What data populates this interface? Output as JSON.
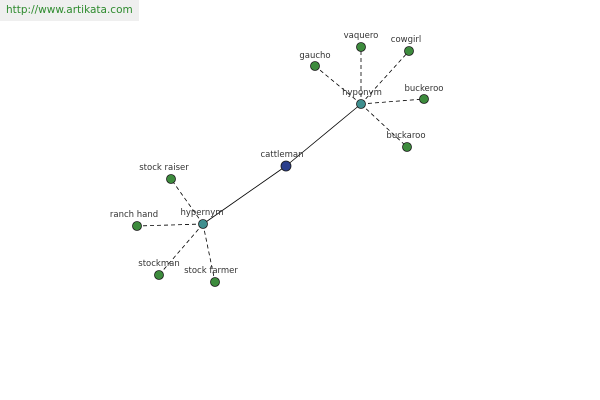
{
  "watermark": {
    "text": "http://www.artikata.com"
  },
  "colors": {
    "watermark_text": "#2e8b2e",
    "watermark_bg": "#efefef",
    "edge": "#000000",
    "center_node": "#2b3f8c",
    "hub_node": "#3f8f8f",
    "leaf_node": "#3d8b3d",
    "node_stroke": "#1a1a1a",
    "label": "#333333"
  },
  "graph": {
    "center": {
      "id": "cattleman",
      "label": "cattleman"
    },
    "hubs": [
      {
        "id": "hyponym",
        "label": "hyponym"
      },
      {
        "id": "hypernym",
        "label": "hypernym"
      }
    ],
    "leaves": [
      {
        "id": "gaucho",
        "label": "gaucho",
        "hub": "hyponym"
      },
      {
        "id": "vaquero",
        "label": "vaquero",
        "hub": "hyponym"
      },
      {
        "id": "cowgirl",
        "label": "cowgirl",
        "hub": "hyponym"
      },
      {
        "id": "buckeroo",
        "label": "buckeroo",
        "hub": "hyponym"
      },
      {
        "id": "buckaroo",
        "label": "buckaroo",
        "hub": "hyponym"
      },
      {
        "id": "stock-raiser",
        "label": "stock raiser",
        "hub": "hypernym"
      },
      {
        "id": "ranch-hand",
        "label": "ranch hand",
        "hub": "hypernym"
      },
      {
        "id": "stockman",
        "label": "stockman",
        "hub": "hypernym"
      },
      {
        "id": "stock-farmer",
        "label": "stock farmer",
        "hub": "hypernym"
      }
    ]
  }
}
